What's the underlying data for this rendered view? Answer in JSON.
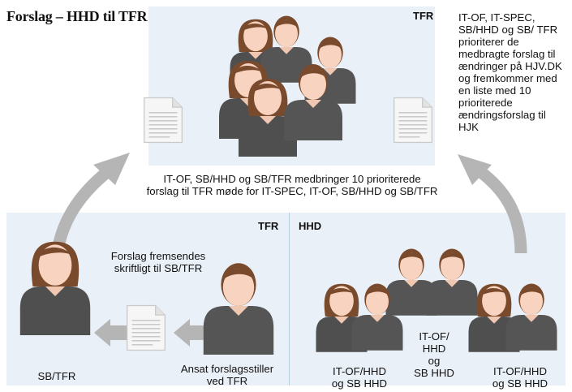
{
  "title": "Forslag – HHD til TFR",
  "top_panel": {
    "label": "TFR"
  },
  "side_note": "IT-OF, IT-SPEC, SB/HHD og SB/ TFR prioriterer de medbragte forslag til ændringer på HJV.DK og fremkommer med en liste med 10 prioriterede ændringsforslag til HJK",
  "middle_caption": {
    "line1": "IT-OF, SB/HHD og SB/TFR medbringer 10 prioriterede",
    "line2": "forslag til TFR møde for IT-SPEC, IT-OF, SB/HHD og SB/TFR"
  },
  "bottom_left": {
    "label": "TFR",
    "forward_note": {
      "line1": "Forslag fremsendes",
      "line2": "skriftligt til SB/TFR"
    },
    "sb_tfr": "SB/TFR",
    "employee": {
      "line1": "Ansat forslagsstiller",
      "line2": "ved TFR"
    }
  },
  "bottom_right": {
    "label": "HHD",
    "group_left": {
      "line1": "IT-OF/HHD",
      "line2": "og SB HHD"
    },
    "group_center": {
      "line1": "IT-OF/",
      "line2": "HHD",
      "line3": "og",
      "line4": "SB HHD"
    },
    "group_right": {
      "line1": "IT-OF/HHD",
      "line2": "og SB HHD"
    }
  },
  "colors": {
    "panel": "#e9f0f7",
    "arrow": "#b5b5b5",
    "skin": "#f7d3c0",
    "hair": "#7a4a2c",
    "shirt": "#4f4f4f",
    "divider": "#b6cde0"
  }
}
